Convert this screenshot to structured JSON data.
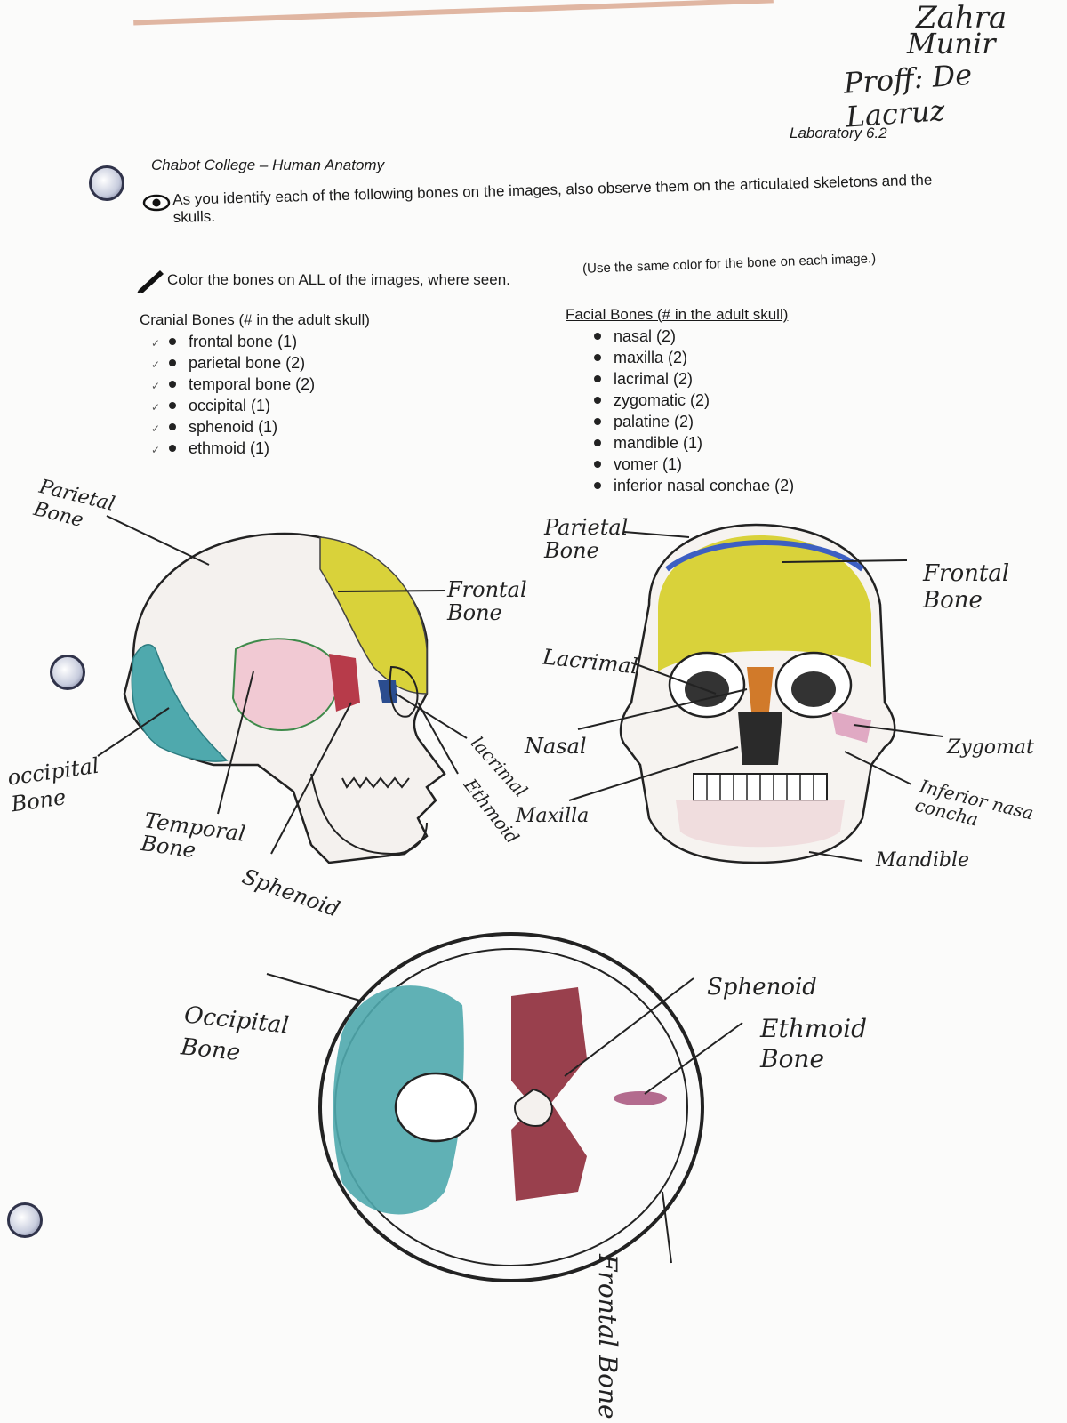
{
  "student": {
    "name_first": "Zahra",
    "name_last": "Munir",
    "professor": "Proff: De Lacruz"
  },
  "header": {
    "lab": "Laboratory 6.2",
    "course": "Chabot College – Human Anatomy"
  },
  "instructions": {
    "observe": "As you identify each of the following bones on the images, also observe them on the articulated skeletons and the skulls.",
    "color": "Color the bones on ALL of the images, where seen.",
    "color_note": "(Use the same color for the bone on each image.)"
  },
  "cranial": {
    "title": "Cranial Bones (# in the adult skull)",
    "items": [
      "frontal bone (1)",
      "parietal bone (2)",
      "temporal bone (2)",
      "occipital (1)",
      "sphenoid (1)",
      "ethmoid (1)"
    ]
  },
  "facial": {
    "title": "Facial Bones (# in the adult skull)",
    "items": [
      "nasal (2)",
      "maxilla (2)",
      "lacrimal (2)",
      "zygomatic (2)",
      "palatine (2)",
      "mandible (1)",
      "vomer (1)",
      "inferior nasal conchae (2)"
    ]
  },
  "lateral_labels": {
    "parietal": "Parietal Bone",
    "frontal": "Frontal Bone",
    "occipital": "occipital Bone",
    "temporal": "Temporal Bone",
    "sphenoid": "Sphenoid",
    "lacrimal": "lacrimal",
    "ethmoid": "Ethmoid"
  },
  "anterior_labels": {
    "parietal": "Parietal Bone",
    "frontal": "Frontal Bone",
    "lacrimal": "Lacrimal",
    "nasal": "Nasal",
    "maxilla": "Maxilla",
    "zygomatic": "Zygomat",
    "inferior": "Inferior nasa concha",
    "mandible": "Mandible"
  },
  "superior_labels": {
    "occipital": "Occipital Bone",
    "sphenoid": "Sphenoid",
    "ethmoid": "Ethmoid Bone",
    "frontal": "Frontal Bone"
  },
  "colors": {
    "frontal": "#d9d23a",
    "occipital": "#4fa9ad",
    "sphenoid": "#8e2b3a",
    "ethmoid": "#9b3b6a",
    "temporal": "#f1c9d3",
    "nasal": "#d17a2a",
    "lacrimal": "#2b4d8f"
  }
}
